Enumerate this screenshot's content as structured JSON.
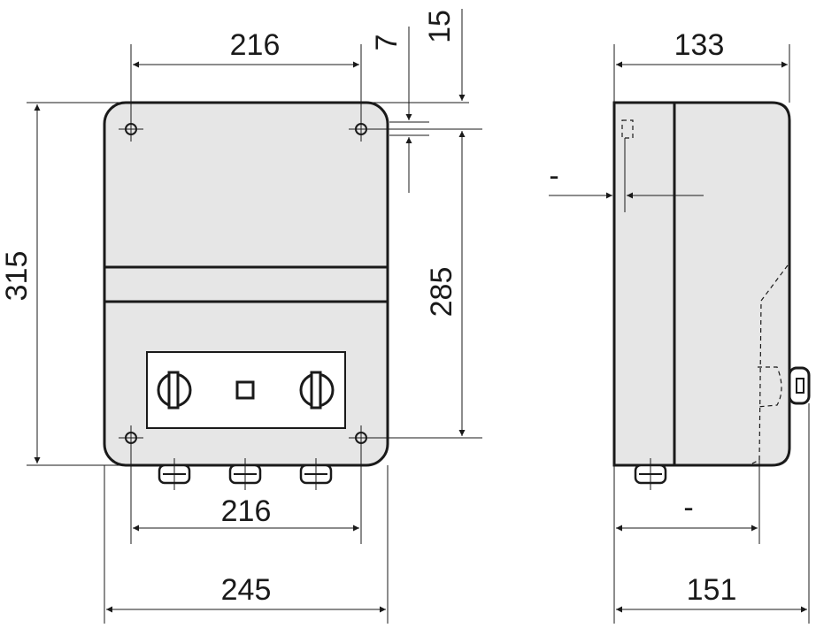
{
  "colors": {
    "housing_fill": "#e6e6e6",
    "panel_fill": "#ffffff",
    "line": "#1a1a1a"
  },
  "front_view": {
    "top_hole_spacing": "216",
    "top_offset_a": "7",
    "top_offset_b": "15",
    "overall_height": "315",
    "hole_spacing_vertical": "285",
    "bottom_hole_spacing": "216",
    "overall_width": "245"
  },
  "side_view": {
    "depth_top": "133",
    "wall_offset": "-",
    "depth_partial": "-",
    "overall_depth": "151"
  },
  "icons": [
    "mounting-hole-icon",
    "rotary-switch-icon",
    "indicator-lamp-icon",
    "cable-gland-icon"
  ]
}
